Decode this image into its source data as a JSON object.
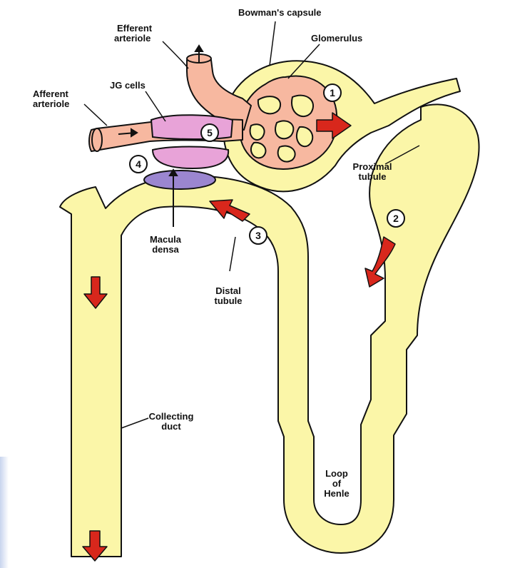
{
  "diagram": {
    "labels": {
      "bowmans_capsule": "Bowman's capsule",
      "glomerulus": "Glomerulus",
      "efferent_line1": "Efferent",
      "efferent_line2": "arteriole",
      "afferent_line1": "Afferent",
      "afferent_line2": "arteriole",
      "jg_cells": "JG cells",
      "proximal_line1": "Proximal",
      "proximal_line2": "tubule",
      "macula_line1": "Macula",
      "macula_line2": "densa",
      "distal_line1": "Distal",
      "distal_line2": "tubule",
      "collecting_line1": "Collecting",
      "collecting_line2": "duct",
      "loop_line1": "Loop",
      "loop_line2": "of",
      "loop_line3": "Henle"
    },
    "steps": [
      "1",
      "2",
      "3",
      "4",
      "5"
    ],
    "colors": {
      "tubule": "#fbf6a8",
      "vessel": "#f7b8a0",
      "jg_cells": "#e8a3d8",
      "macula_densa": "#9b86d0",
      "flow_arrow": "#d8271c",
      "outline": "#111111"
    }
  }
}
